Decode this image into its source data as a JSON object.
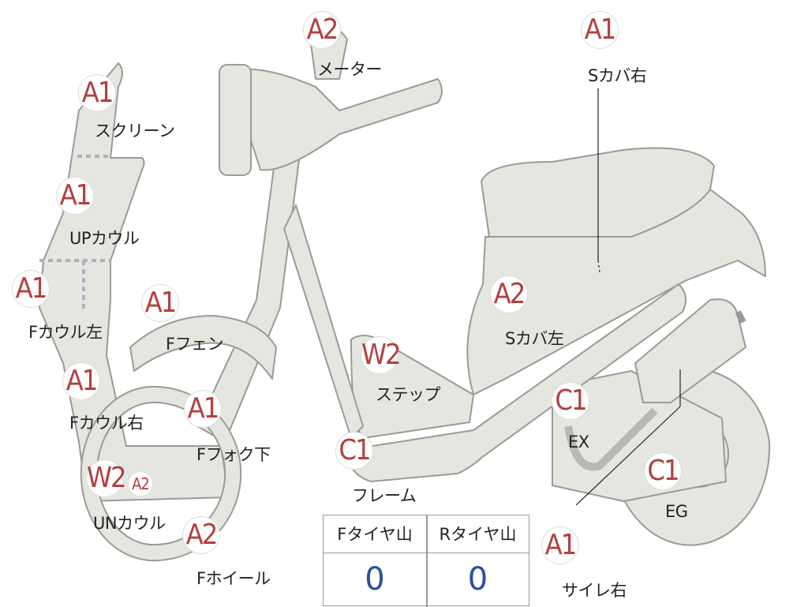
{
  "badges": {
    "screen": "A1",
    "upcowl": "A1",
    "fcowl_left": "A1",
    "fcowl_right": "A1",
    "un_w2": "W2",
    "un_a2": "A2",
    "ffender": "A1",
    "ffork": "A1",
    "fwheel": "A2",
    "meter": "A2",
    "scover_right": "A1",
    "scover_left": "A2",
    "step": "W2",
    "frame": "C1",
    "ex": "C1",
    "eg": "C1",
    "muffler_right": "A1"
  },
  "labels": {
    "screen": "スクリーン",
    "upcowl": "UPカウル",
    "fcowl_left": "Fカウル左",
    "fcowl_right": "Fカウル右",
    "uncowl": "UNカウル",
    "ffender": "Fフェン",
    "ffork": "Fフォク下",
    "fwheel": "Fホイール",
    "meter": "メーター",
    "scover_right": "Sカバ右",
    "scover_left": "Sカバ左",
    "step": "ステップ",
    "frame": "フレーム",
    "ex": "EX",
    "eg": "EG",
    "muffler_right": "サイレ右"
  },
  "tire_table": {
    "front_header": "Fタイヤ山",
    "rear_header": "Rタイヤ山",
    "front_value": "0",
    "rear_value": "0"
  },
  "colors": {
    "part_fill": "#e6e6e1",
    "part_stroke": "#9a9a96",
    "badge_text": "#b2403f",
    "value_text": "#2b4fa0"
  }
}
